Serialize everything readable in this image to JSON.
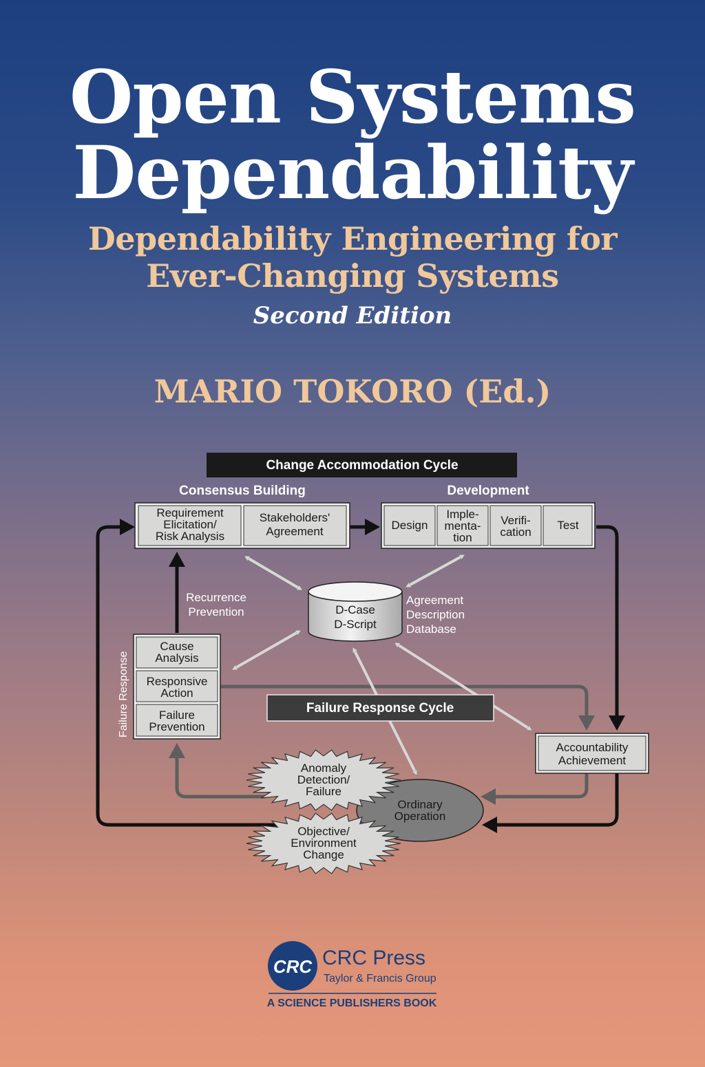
{
  "cover": {
    "title_line1": "Open Systems",
    "title_line2": "Dependability",
    "subtitle_line1": "Dependability Engineering for",
    "subtitle_line2": "Ever-Changing Systems",
    "edition": "Second Edition",
    "author": "MARIO TOKORO (Ed.)"
  },
  "diagram": {
    "change_cycle": "Change Accommodation Cycle",
    "consensus_building": "Consensus Building",
    "development": "Development",
    "req_l1": "Requirement",
    "req_l2": "Elicitation/",
    "req_l3": "Risk Analysis",
    "stake_l1": "Stakeholders'",
    "stake_l2": "Agreement",
    "design": "Design",
    "impl_l1": "Imple-",
    "impl_l2": "menta-",
    "impl_l3": "tion",
    "verif_l1": "Verifi-",
    "verif_l2": "cation",
    "test": "Test",
    "recurrence_l1": "Recurrence",
    "recurrence_l2": "Prevention",
    "dcase_l1": "D-Case",
    "dcase_l2": "D-Script",
    "agree_l1": "Agreement",
    "agree_l2": "Description",
    "agree_l3": "Database",
    "failure_response": "Failure Response",
    "cause_l1": "Cause",
    "cause_l2": "Analysis",
    "resp_l1": "Responsive",
    "resp_l2": "Action",
    "fprev_l1": "Failure",
    "fprev_l2": "Prevention",
    "failure_cycle": "Failure Response Cycle",
    "account_l1": "Accountability",
    "account_l2": "Achievement",
    "anomaly_l1": "Anomaly",
    "anomaly_l2": "Detection/",
    "anomaly_l3": "Failure",
    "ordinary_l1": "Ordinary",
    "ordinary_l2": "Operation",
    "objective_l1": "Objective/",
    "objective_l2": "Environment",
    "objective_l3": "Change"
  },
  "publisher": {
    "logo_text": "CRC",
    "name": "CRC Press",
    "group": "Taylor & Francis Group",
    "imprint": "A SCIENCE PUBLISHERS BOOK"
  },
  "colors": {
    "title": "#ffffff",
    "accent": "#f0c89a",
    "box_fill": "#d8d8d6",
    "dark_bar": "#1a1a1a",
    "logo_blue": "#1b3f7a"
  }
}
